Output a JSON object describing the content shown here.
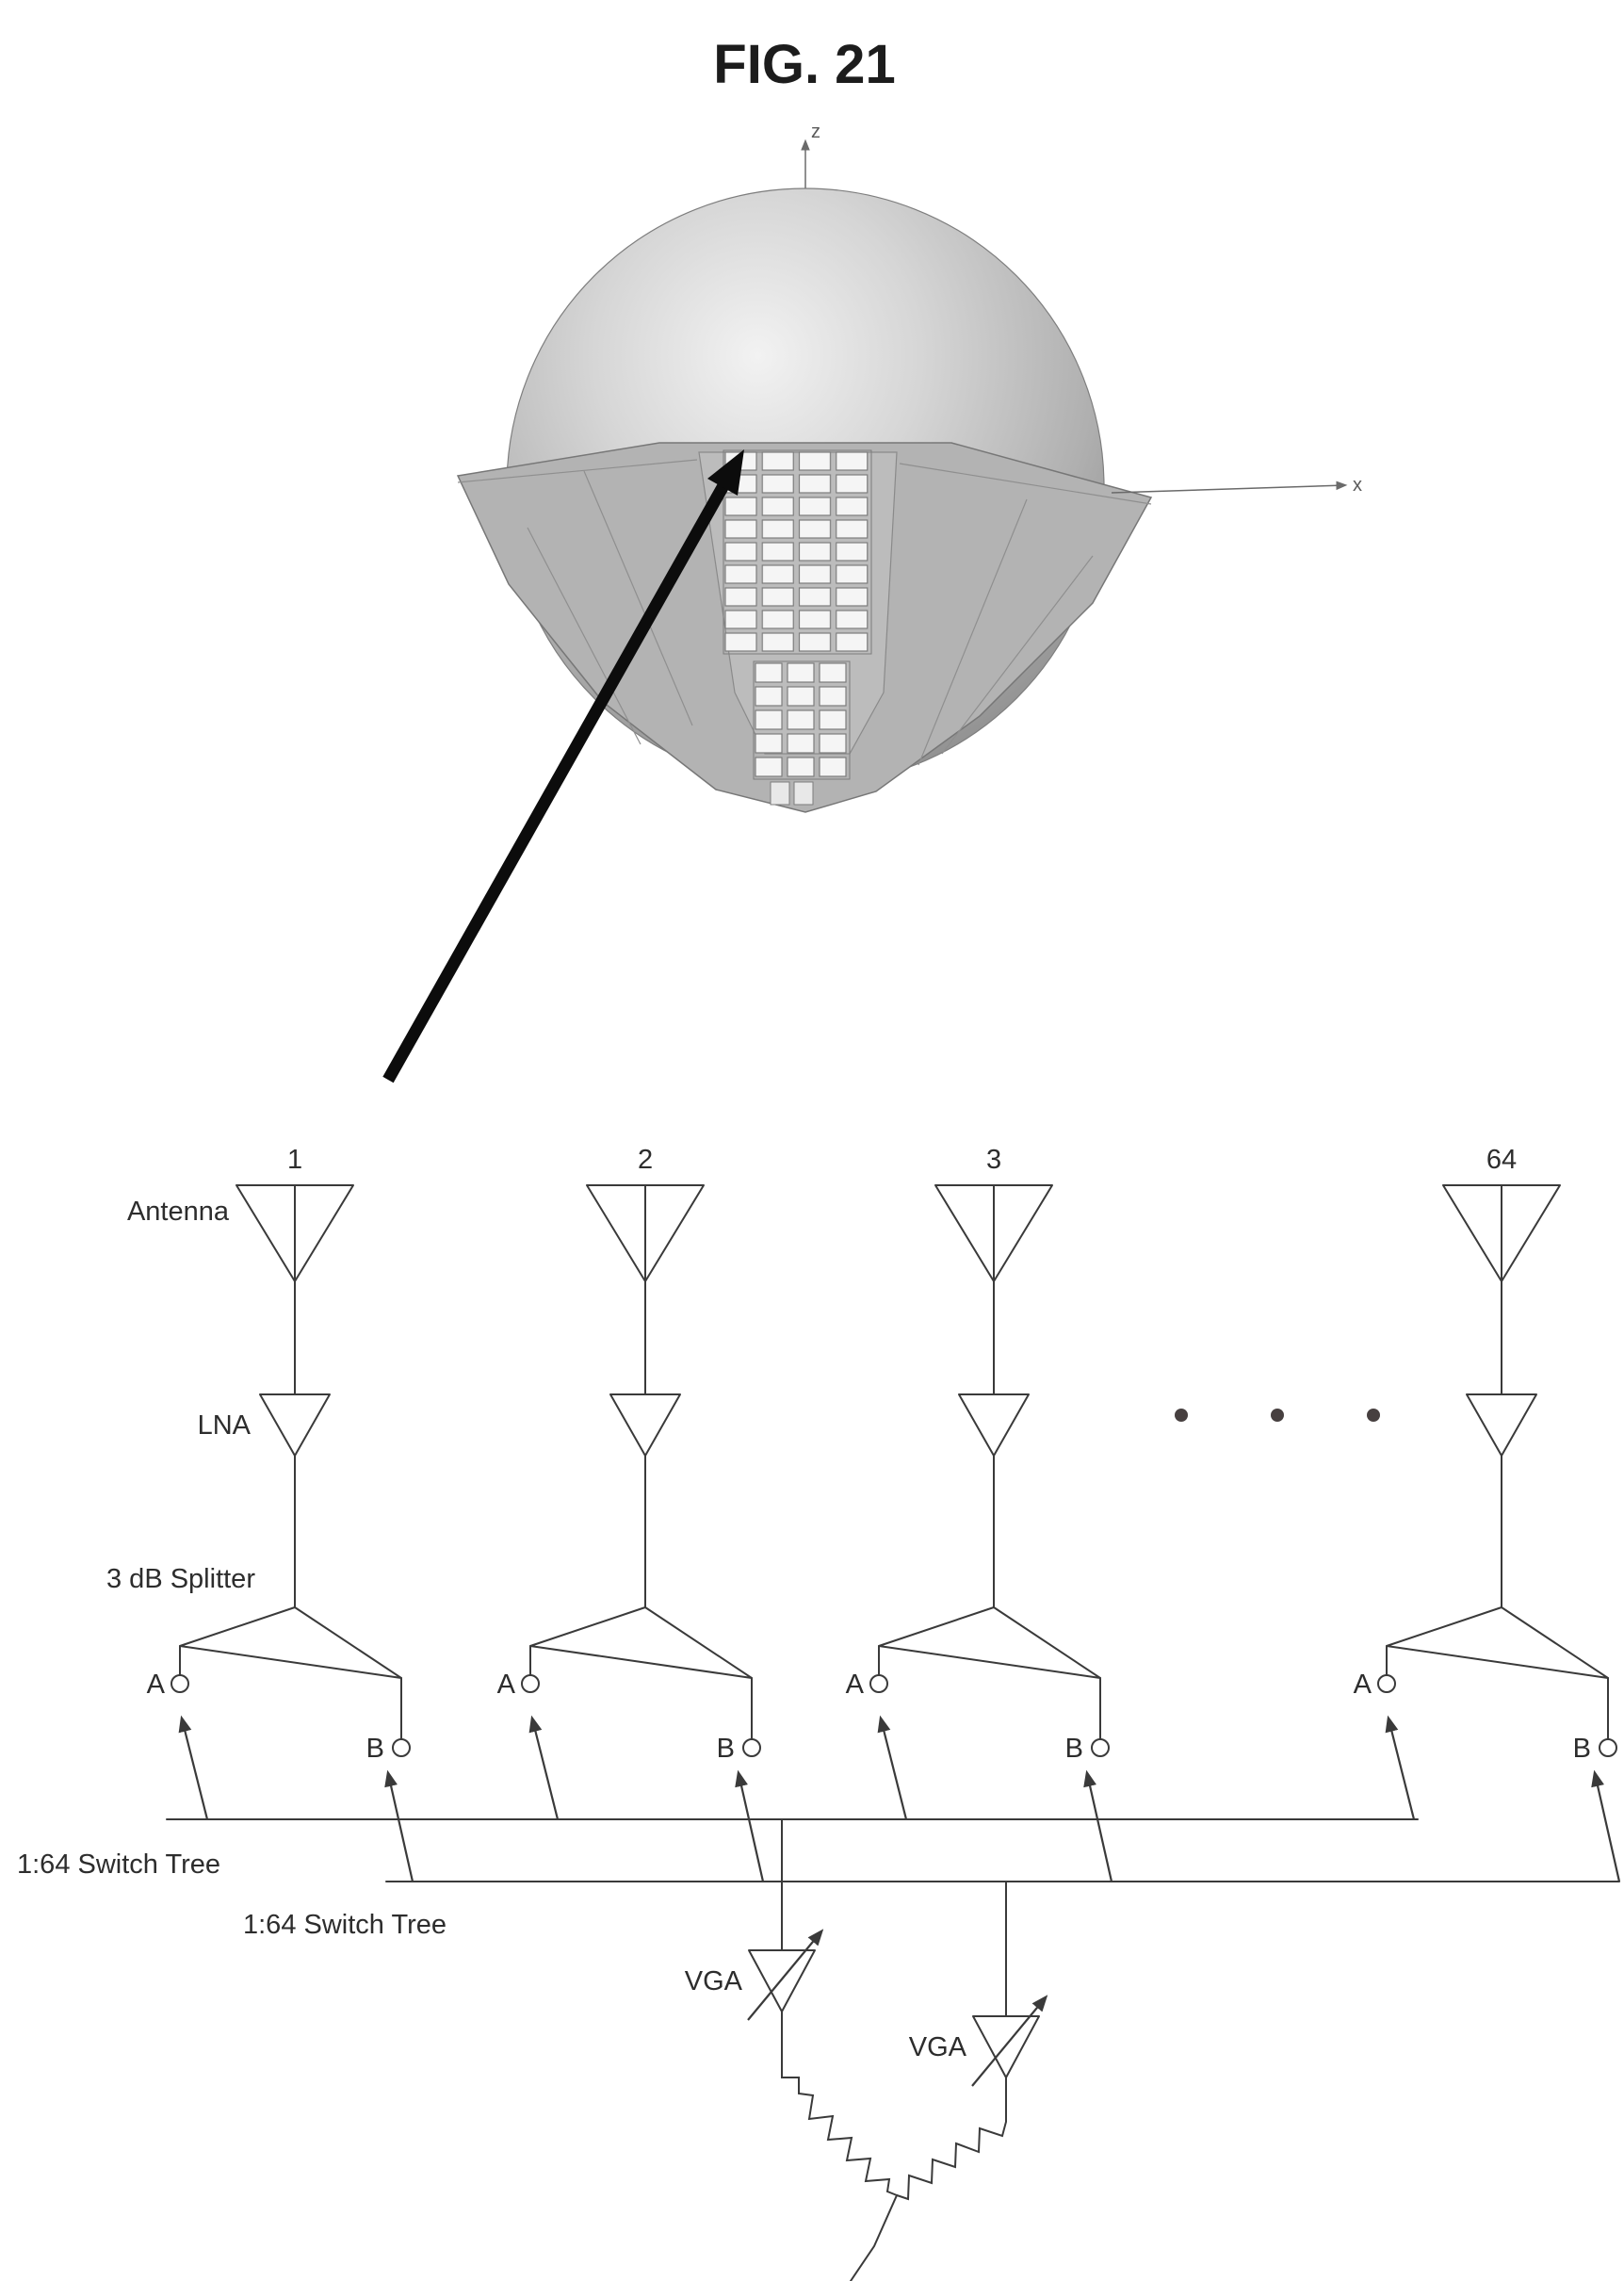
{
  "figure_title": "FIG. 21",
  "axes": {
    "z": "z",
    "x": "x"
  },
  "schematic": {
    "channels": [
      "1",
      "2",
      "3",
      "64"
    ],
    "antenna_label": "Antenna",
    "lna_label": "LNA",
    "splitter_label": "3 dB Splitter",
    "port_a_label": "A",
    "port_b_label": "B",
    "switch_tree_a_label": "1:64 Switch Tree",
    "switch_tree_b_label": "1:64 Switch Tree",
    "vga_a_label": "VGA",
    "vga_b_label": "VGA"
  },
  "colors": {
    "line": "#3a3a3a",
    "text": "#2d2d2d",
    "sphere_highlight": "#f2f2f2",
    "sphere_edge": "#8a8a8a",
    "skirt": "#b3b3b3",
    "panel_cell": "#f5f5f5"
  }
}
